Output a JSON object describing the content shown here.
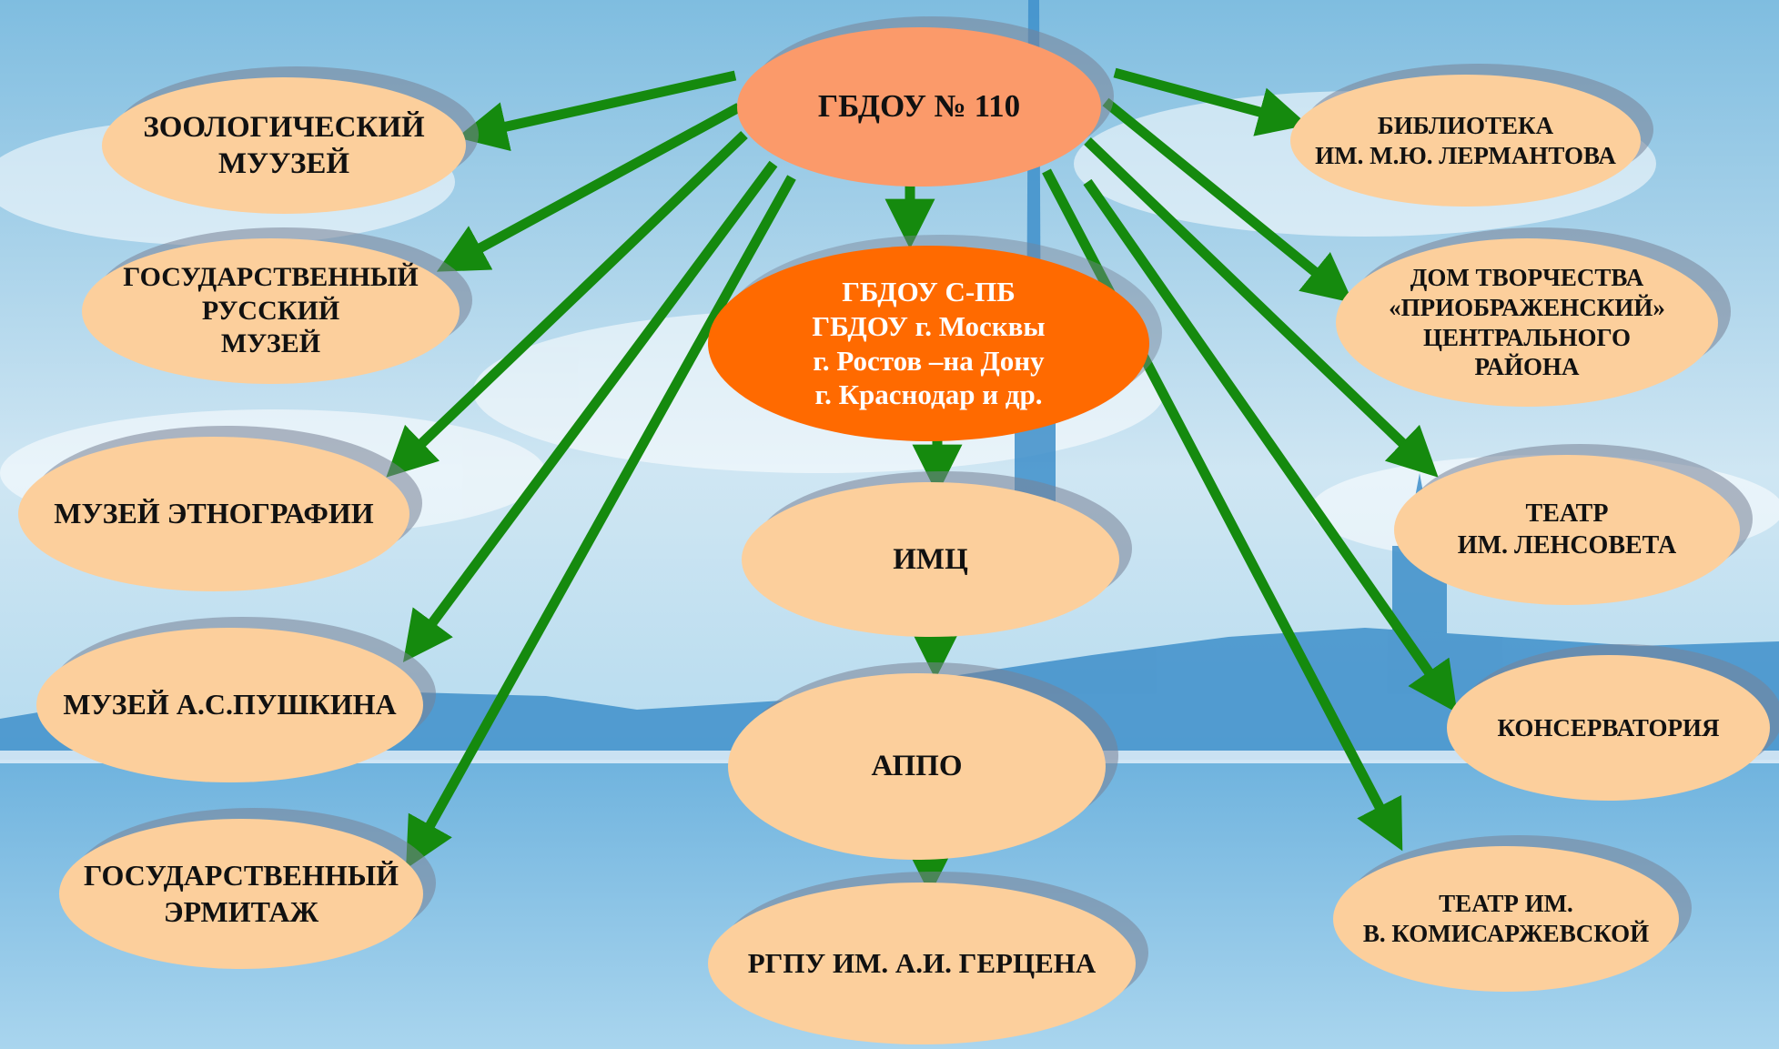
{
  "colors": {
    "node_fill": "#fccf9c",
    "hub_fill": "#fb9a6a",
    "partners_fill": "#ff6a00",
    "arrow": "#158a0e"
  },
  "nodes": {
    "hub": "ГБДОУ  № 110",
    "partners": "ГБДОУ С-ПБ\nГБДОУ г. Москвы\nг. Ростов –на Дону\nг. Краснодар и др.",
    "imc": "ИМЦ",
    "appo": "АППО",
    "rgpu": "РГПУ ИМ. А.И. ГЕРЦЕНА",
    "zoo": "ЗООЛОГИЧЕСКИЙ\nМУУЗЕЙ",
    "russian": "ГОСУДАРСТВЕННЫЙ\nРУССКИЙ\nМУЗЕЙ",
    "ethno": "МУЗЕЙ ЭТНОГРАФИИ",
    "pushkin": "МУЗЕЙ А.С.ПУШКИНА",
    "hermitage": "ГОСУДАРСТВЕННЫЙ\nЭРМИТАЖ",
    "library": "БИБЛИОТЕКА\nИМ. М.Ю. ЛЕРМАНТОВА",
    "house": "ДОМ ТВОРЧЕСТВА\n«ПРИОБРАЖЕНСКИЙ»\nЦЕНТРАЛЬНОГО\nРАЙОНА",
    "lensovet": "ТЕАТР\nИМ. ЛЕНСОВЕТА",
    "conservatory": "КОНСЕРВАТОРИЯ",
    "komissar": "ТЕАТР ИМ.\nВ.  КОМИСАРЖЕВСКОЙ"
  }
}
